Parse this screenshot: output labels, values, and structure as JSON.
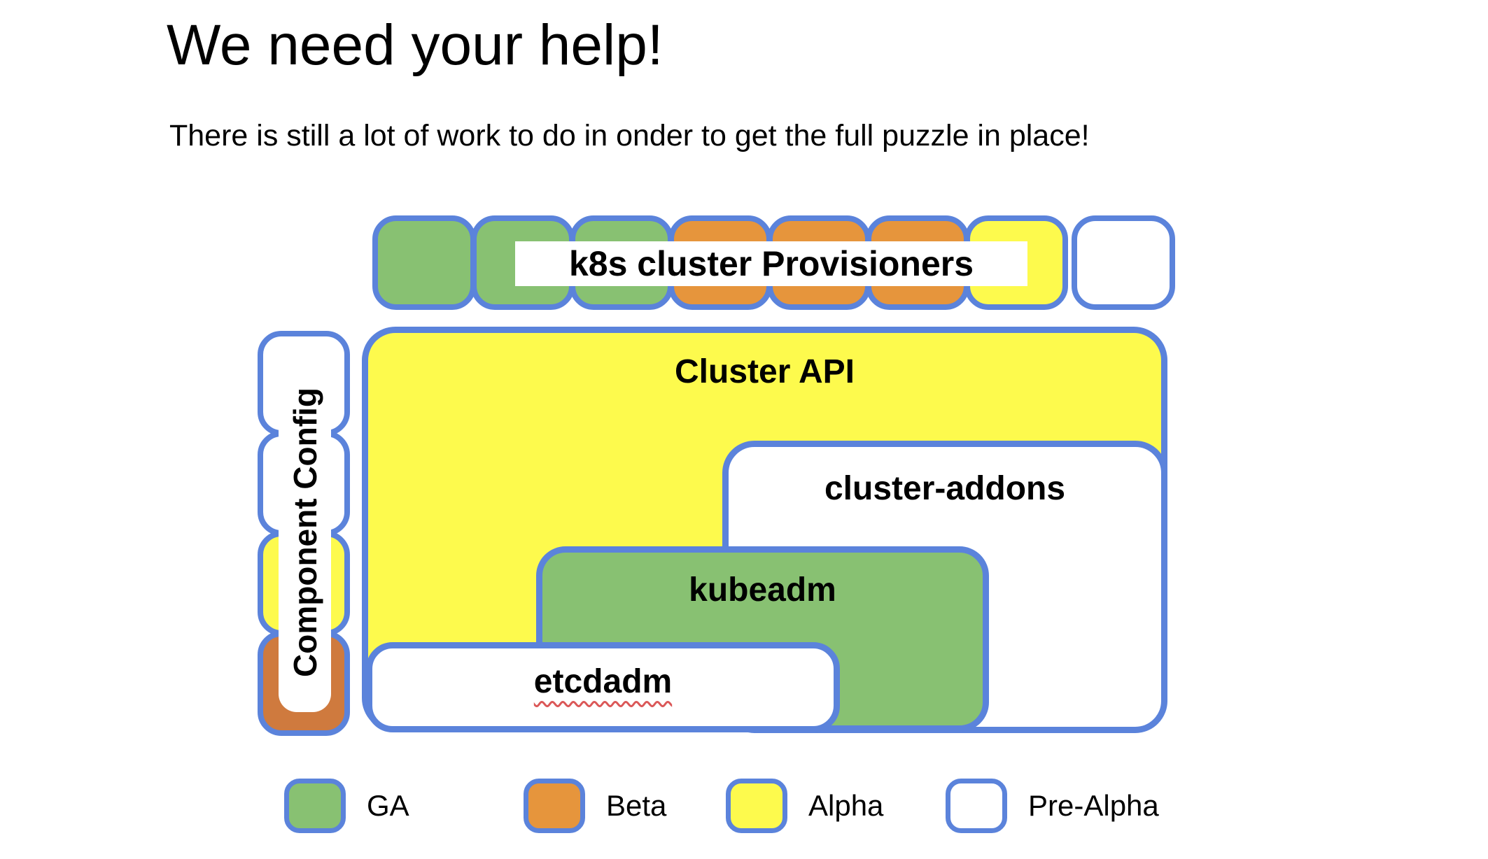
{
  "slide": {
    "title": "We need your help!",
    "subtitle": "There is still a lot of work to do in onder to get the full puzzle in place!"
  },
  "colors": {
    "ga": "#88c172",
    "beta": "#e6953c",
    "beta_dark": "#cf7a3e",
    "alpha": "#fdfa4d",
    "pre_alpha": "#ffffff",
    "border": "#5b83db",
    "squiggle": "#db5858",
    "text": "#000000"
  },
  "puzzle": {
    "provisioners_row": {
      "label": "k8s cluster Provisioners",
      "pieces": [
        "ga",
        "ga",
        "ga",
        "beta",
        "beta",
        "beta",
        "alpha",
        "pre_alpha"
      ]
    },
    "component_config": {
      "label": "Component Config",
      "pieces": [
        "pre_alpha",
        "pre_alpha",
        "alpha",
        "beta_dark"
      ]
    },
    "cluster_api": {
      "label": "Cluster API",
      "status": "alpha"
    },
    "cluster_addons": {
      "label": "cluster-addons",
      "status": "pre_alpha"
    },
    "kubeadm": {
      "label": "kubeadm",
      "status": "ga"
    },
    "etcdadm": {
      "label": "etcdadm",
      "status": "pre_alpha"
    }
  },
  "legend": {
    "items": [
      {
        "label": "GA",
        "status": "ga"
      },
      {
        "label": "Beta",
        "status": "beta"
      },
      {
        "label": "Alpha",
        "status": "alpha"
      },
      {
        "label": "Pre-Alpha",
        "status": "pre_alpha"
      }
    ]
  }
}
